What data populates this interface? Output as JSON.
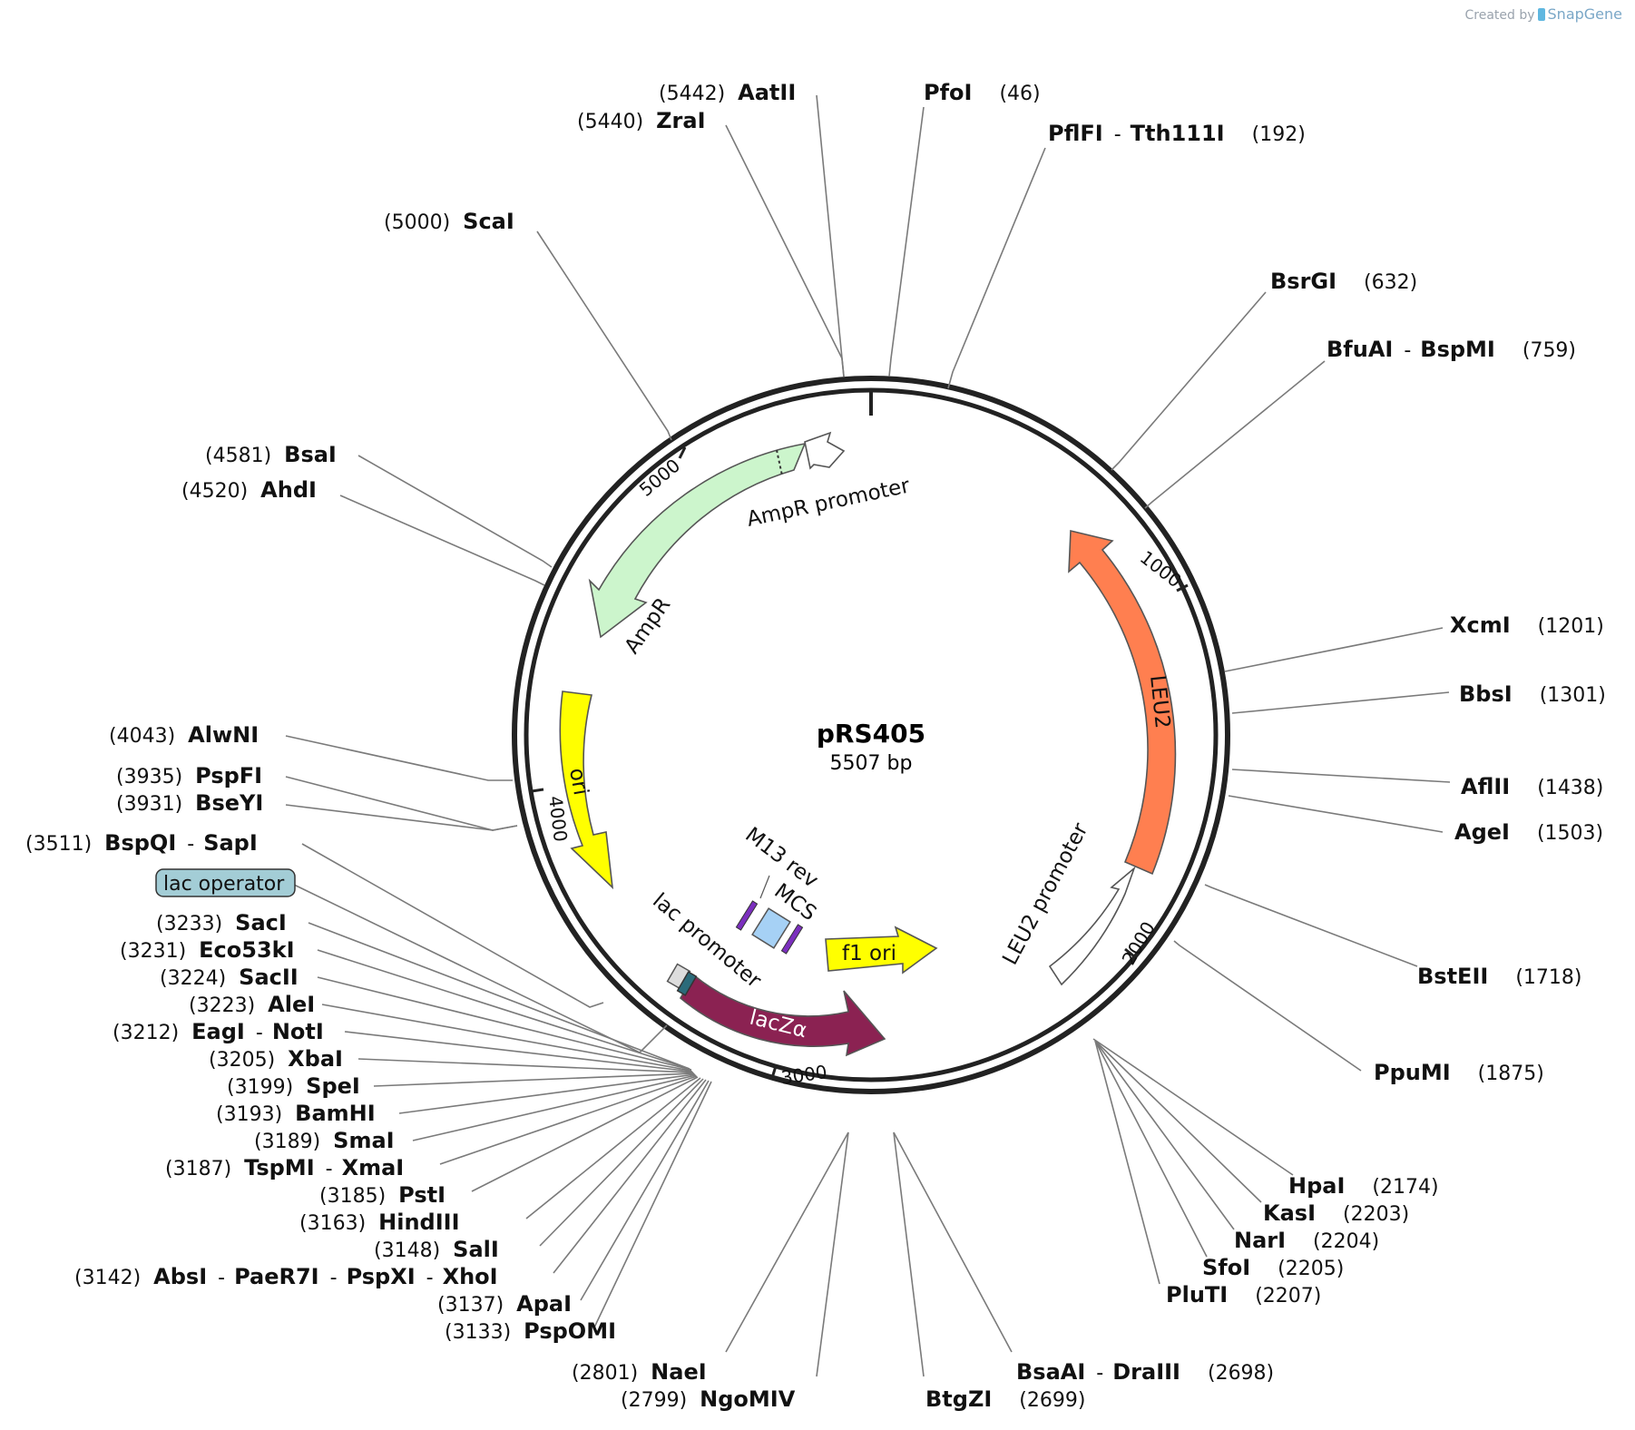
{
  "credit": {
    "prefix": "Created by",
    "brand": "SnapGene"
  },
  "plasmid": {
    "name": "pRS405",
    "length": "5507 bp"
  },
  "ticks": [
    {
      "label": "1000",
      "bp": 1000
    },
    {
      "label": "2000",
      "bp": 2000
    },
    {
      "label": "3000",
      "bp": 3000
    },
    {
      "label": "4000",
      "bp": 4000
    },
    {
      "label": "5000",
      "bp": 5000
    }
  ],
  "features": [
    {
      "name": "AmpR promoter",
      "color": "#ffffff",
      "kind": "promoter"
    },
    {
      "name": "AmpR",
      "color": "#ccf5cc",
      "kind": "gene"
    },
    {
      "name": "ori",
      "color": "#ffff00",
      "kind": "rep"
    },
    {
      "name": "LEU2",
      "color": "#ff7f50",
      "kind": "gene"
    },
    {
      "name": "LEU2 promoter",
      "color": "#ffffff",
      "kind": "promoter"
    },
    {
      "name": "f1 ori",
      "color": "#ffff00",
      "kind": "rep"
    },
    {
      "name": "lacZα",
      "color": "#8b2252",
      "kind": "gene"
    },
    {
      "name": "lac promoter",
      "color": "#ffffff",
      "kind": "promoter"
    },
    {
      "name": "M13 rev",
      "color": "#7b2fbe",
      "kind": "primer"
    },
    {
      "name": "MCS",
      "color": "#a6d1f5",
      "kind": "mcs"
    },
    {
      "name": "lac operator",
      "color": "#a3cdd6",
      "kind": "operator"
    }
  ],
  "sites": [
    {
      "enzymes": [
        "AatII"
      ],
      "pos": "(5442)"
    },
    {
      "enzymes": [
        "ZraI"
      ],
      "pos": "(5440)"
    },
    {
      "enzymes": [
        "PfoI"
      ],
      "pos": "(46)"
    },
    {
      "enzymes": [
        "PflFI",
        "Tth111I"
      ],
      "pos": "(192)"
    },
    {
      "enzymes": [
        "ScaI"
      ],
      "pos": "(5000)"
    },
    {
      "enzymes": [
        "BsrGI"
      ],
      "pos": "(632)"
    },
    {
      "enzymes": [
        "BfuAI",
        "BspMI"
      ],
      "pos": "(759)"
    },
    {
      "enzymes": [
        "BsaI"
      ],
      "pos": "(4581)"
    },
    {
      "enzymes": [
        "AhdI"
      ],
      "pos": "(4520)"
    },
    {
      "enzymes": [
        "XcmI"
      ],
      "pos": "(1201)"
    },
    {
      "enzymes": [
        "BbsI"
      ],
      "pos": "(1301)"
    },
    {
      "enzymes": [
        "AlwNI"
      ],
      "pos": "(4043)"
    },
    {
      "enzymes": [
        "AflII"
      ],
      "pos": "(1438)"
    },
    {
      "enzymes": [
        "PspFI"
      ],
      "pos": "(3935)"
    },
    {
      "enzymes": [
        "BseYI"
      ],
      "pos": "(3931)"
    },
    {
      "enzymes": [
        "AgeI"
      ],
      "pos": "(1503)"
    },
    {
      "enzymes": [
        "BspQI",
        "SapI"
      ],
      "pos": "(3511)"
    },
    {
      "enzymes": [
        "SacI"
      ],
      "pos": "(3233)"
    },
    {
      "enzymes": [
        "Eco53kI"
      ],
      "pos": "(3231)"
    },
    {
      "enzymes": [
        "BstEII"
      ],
      "pos": "(1718)"
    },
    {
      "enzymes": [
        "SacII"
      ],
      "pos": "(3224)"
    },
    {
      "enzymes": [
        "AleI"
      ],
      "pos": "(3223)"
    },
    {
      "enzymes": [
        "EagI",
        "NotI"
      ],
      "pos": "(3212)"
    },
    {
      "enzymes": [
        "PpuMI"
      ],
      "pos": "(1875)"
    },
    {
      "enzymes": [
        "XbaI"
      ],
      "pos": "(3205)"
    },
    {
      "enzymes": [
        "SpeI"
      ],
      "pos": "(3199)"
    },
    {
      "enzymes": [
        "BamHI"
      ],
      "pos": "(3193)"
    },
    {
      "enzymes": [
        "SmaI"
      ],
      "pos": "(3189)"
    },
    {
      "enzymes": [
        "TspMI",
        "XmaI"
      ],
      "pos": "(3187)"
    },
    {
      "enzymes": [
        "HpaI"
      ],
      "pos": "(2174)"
    },
    {
      "enzymes": [
        "PstI"
      ],
      "pos": "(3185)"
    },
    {
      "enzymes": [
        "KasI"
      ],
      "pos": "(2203)"
    },
    {
      "enzymes": [
        "HindIII"
      ],
      "pos": "(3163)"
    },
    {
      "enzymes": [
        "NarI"
      ],
      "pos": "(2204)"
    },
    {
      "enzymes": [
        "SalI"
      ],
      "pos": "(3148)"
    },
    {
      "enzymes": [
        "SfoI"
      ],
      "pos": "(2205)"
    },
    {
      "enzymes": [
        "AbsI",
        "PaeR7I",
        "PspXI",
        "XhoI"
      ],
      "pos": "(3142)"
    },
    {
      "enzymes": [
        "PluTI"
      ],
      "pos": "(2207)"
    },
    {
      "enzymes": [
        "ApaI"
      ],
      "pos": "(3137)"
    },
    {
      "enzymes": [
        "PspOMI"
      ],
      "pos": "(3133)"
    },
    {
      "enzymes": [
        "NaeI"
      ],
      "pos": "(2801)"
    },
    {
      "enzymes": [
        "BsaAI",
        "DraIII"
      ],
      "pos": "(2698)"
    },
    {
      "enzymes": [
        "NgoMIV"
      ],
      "pos": "(2799)"
    },
    {
      "enzymes": [
        "BtgZI"
      ],
      "pos": "(2699)"
    }
  ]
}
